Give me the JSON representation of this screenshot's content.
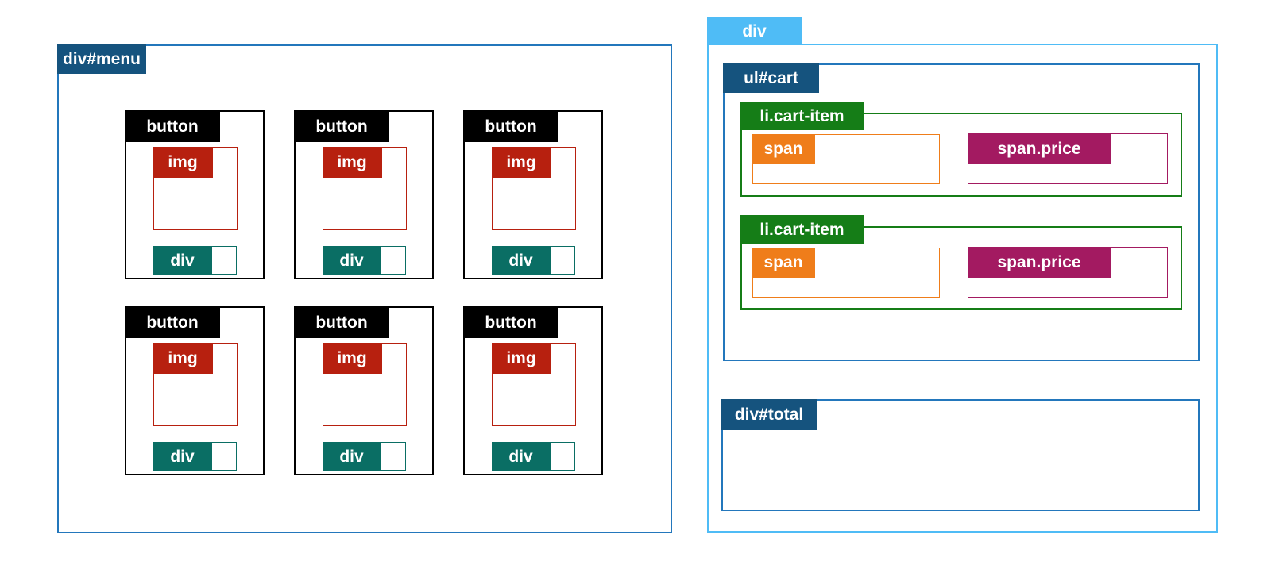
{
  "colors": {
    "navy_badge": "#15537E",
    "blue_border": "#2377BC",
    "light_blue": "#4FBCF6",
    "black": "#000000",
    "red": "#B7200F",
    "teal": "#0A6E64",
    "green": "#157D17",
    "orange": "#EF7D1A",
    "magenta": "#A31A61"
  },
  "menu": {
    "label": "div#menu",
    "buttons": [
      {
        "label": "button",
        "img": "img",
        "caption": "div"
      },
      {
        "label": "button",
        "img": "img",
        "caption": "div"
      },
      {
        "label": "button",
        "img": "img",
        "caption": "div"
      },
      {
        "label": "button",
        "img": "img",
        "caption": "div"
      },
      {
        "label": "button",
        "img": "img",
        "caption": "div"
      },
      {
        "label": "button",
        "img": "img",
        "caption": "div"
      }
    ]
  },
  "cart_panel": {
    "label": "div",
    "cart": {
      "label": "ul#cart",
      "items": [
        {
          "label": "li.cart-item",
          "name": "span",
          "price": "span.price"
        },
        {
          "label": "li.cart-item",
          "name": "span",
          "price": "span.price"
        }
      ]
    },
    "total": {
      "label": "div#total"
    }
  }
}
